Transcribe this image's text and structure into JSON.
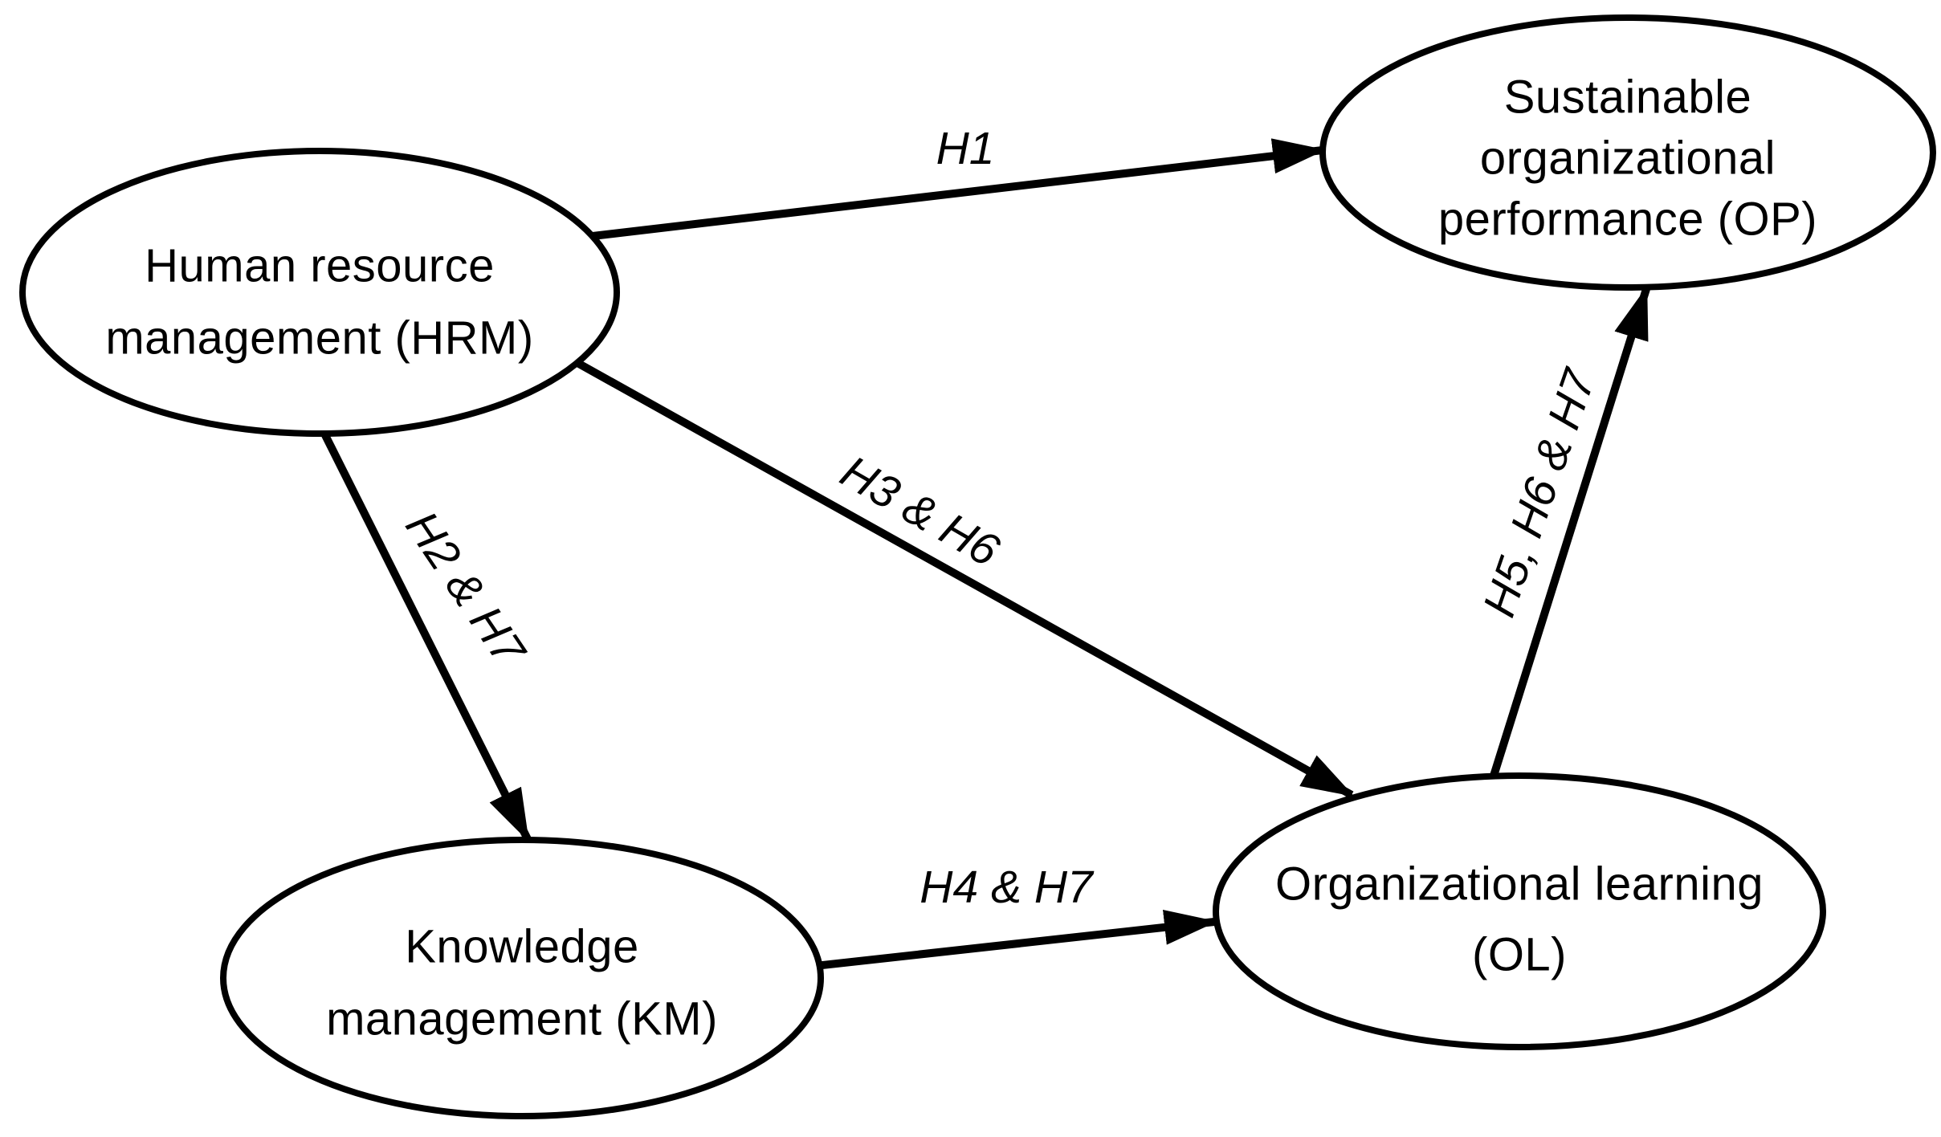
{
  "figure": {
    "background": "#ffffff",
    "ink": "#000000",
    "nodes": {
      "hrm": {
        "id": "HRM",
        "full_label": "Human resource management (HRM)",
        "lines": [
          "Human resource",
          "management (HRM)"
        ]
      },
      "op": {
        "id": "OP",
        "full_label": "Sustainable organizational performance (OP)",
        "lines": [
          "Sustainable",
          "organizational",
          "performance (OP)"
        ]
      },
      "km": {
        "id": "KM",
        "full_label": "Knowledge management (KM)",
        "lines": [
          "Knowledge",
          "management (KM)"
        ]
      },
      "ol": {
        "id": "OL",
        "full_label": "Organizational learning (OL)",
        "lines": [
          "Organizational learning",
          "(OL)"
        ]
      }
    },
    "edges": {
      "h1": {
        "label": "H1",
        "from": "HRM",
        "to": "OP"
      },
      "h2h7": {
        "label": "H2 & H7",
        "from": "HRM",
        "to": "KM"
      },
      "h3h6": {
        "label": "H3 & H6",
        "from": "HRM",
        "to": "OL"
      },
      "h4h7": {
        "label": "H4 & H7",
        "from": "KM",
        "to": "OL"
      },
      "h5h6h7": {
        "label": "H5, H6 & H7",
        "from": "OL",
        "to": "OP"
      }
    }
  }
}
